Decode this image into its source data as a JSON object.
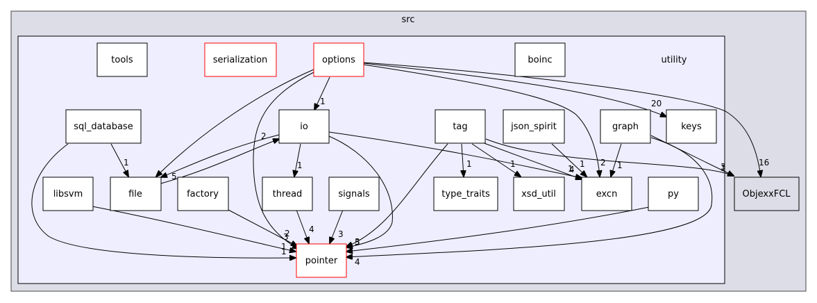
{
  "clusters": {
    "src": "src",
    "utility": "utility"
  },
  "nodes": {
    "tools": "tools",
    "serialization": "serialization",
    "options": "options",
    "boinc": "boinc",
    "sql_database": "sql_database",
    "io": "io",
    "tag": "tag",
    "json_spirit": "json_spirit",
    "graph": "graph",
    "keys": "keys",
    "libsvm": "libsvm",
    "file": "file",
    "factory": "factory",
    "thread": "thread",
    "signals": "signals",
    "type_traits": "type_traits",
    "xsd_util": "xsd_util",
    "excn": "excn",
    "py": "py",
    "pointer": "pointer",
    "ObjexxFCL": "ObjexxFCL"
  },
  "edge_labels": {
    "options_io": "1",
    "options_keys": "20",
    "options_objexxfcl": "16",
    "options_file": "5",
    "io_file": "2",
    "sql_file": "1",
    "io_thread": "1",
    "tag_type_traits": "1",
    "tag_xsd_util": "1",
    "tag_excn": "1",
    "json_excn": "1",
    "io_excn": "4",
    "options_excn": "2",
    "graph_excn": "1",
    "graph_objexxfcl": "3",
    "tag_objexxfcl": "1",
    "thread_pointer": "4",
    "signals_pointer": "3",
    "factory_pointer": "2",
    "sql_pointer": "1",
    "libsvm_pointer": "1",
    "options_pointer": "3",
    "io_pointer": "5",
    "tag_pointer": "3",
    "graph_pointer": "4",
    "py_pointer": "3"
  },
  "colors": {
    "outer_cluster_fill": "#dddde8",
    "inner_cluster_fill": "#eeeeff",
    "node_fill": "#ffffff",
    "highlight_border": "#ff0000",
    "external_fill": "#dddde8"
  }
}
